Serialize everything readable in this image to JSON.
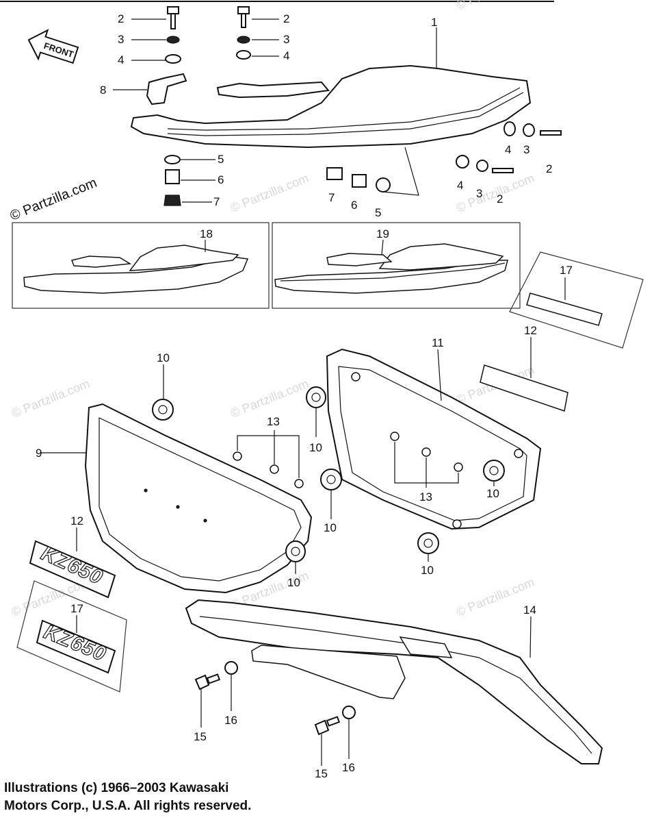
{
  "direction_label": "FRONT",
  "watermark": "© Partzilla.com",
  "badge_text": "KZ650",
  "callouts": {
    "p1": "1",
    "p2a": "2",
    "p2b": "2",
    "p2c": "2",
    "p2d": "2",
    "p3a": "3",
    "p3b": "3",
    "p3c": "3",
    "p3d": "3",
    "p4a": "4",
    "p4b": "4",
    "p4c": "4",
    "p4d": "4",
    "p5a": "5",
    "p5b": "5",
    "p6a": "6",
    "p6b": "6",
    "p7a": "7",
    "p7b": "7",
    "p8": "8",
    "p9": "9",
    "p10a": "10",
    "p10b": "10",
    "p10c": "10",
    "p10d": "10",
    "p10e": "10",
    "p10f": "10",
    "p11": "11",
    "p12a": "12",
    "p12b": "12",
    "p13a": "13",
    "p13b": "13",
    "p14": "14",
    "p15a": "15",
    "p15b": "15",
    "p16a": "16",
    "p16b": "16",
    "p17a": "17",
    "p17b": "17",
    "p18": "18",
    "p19": "19"
  },
  "copyright": {
    "line1": "Illustrations (c) 1966–2003 Kawasaki",
    "line2": "Motors Corp., U.S.A.  All rights reserved."
  }
}
